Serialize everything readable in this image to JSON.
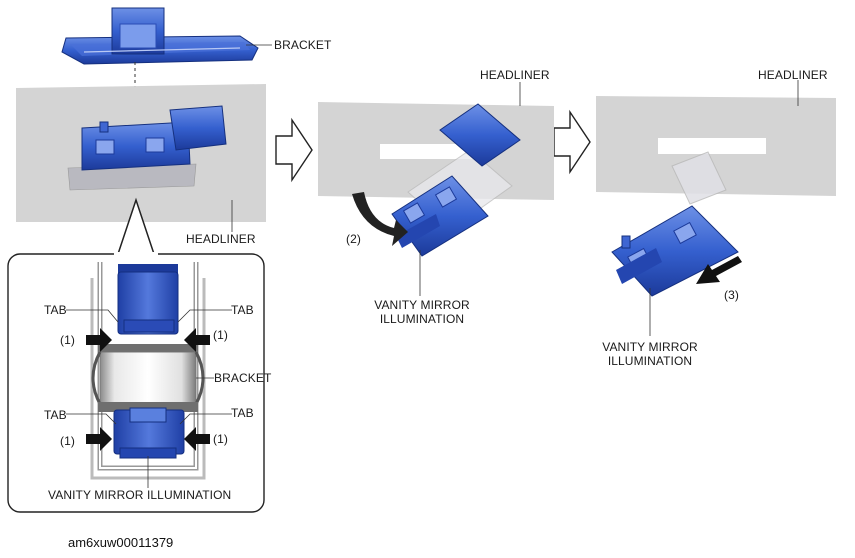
{
  "labels": {
    "bracket_top": "BRACKET",
    "headliner_panel1": "HEADLINER",
    "headliner_panel2": "HEADLINER",
    "headliner_panel3": "HEADLINER",
    "tab_left_top": "TAB",
    "tab_right_top": "TAB",
    "tab_left_bottom": "TAB",
    "tab_right_bottom": "TAB",
    "step1_left_top": "(1)",
    "step1_right_top": "(1)",
    "step1_left_bottom": "(1)",
    "step1_right_bottom": "(1)",
    "bracket_detail": "BRACKET",
    "vanity_detail": "VANITY MIRROR ILLUMINATION",
    "step2": "(2)",
    "step3": "(3)",
    "vanity_panel2_line1": "VANITY MIRROR",
    "vanity_panel2_line2": "ILLUMINATION",
    "vanity_panel3_line1": "VANITY MIRROR",
    "vanity_panel3_line2": "ILLUMINATION"
  },
  "document_id": "am6xuw00011379",
  "colors": {
    "part_blue": "#2f55c8",
    "part_blue_dark": "#1c3a9a",
    "part_blue_light": "#5d82e0",
    "headliner_gray": "#d4d4d4"
  },
  "icons": [
    "step-arrow-icon",
    "push-arrow-icon",
    "rotate-arrow-icon",
    "pull-arrow-icon"
  ]
}
